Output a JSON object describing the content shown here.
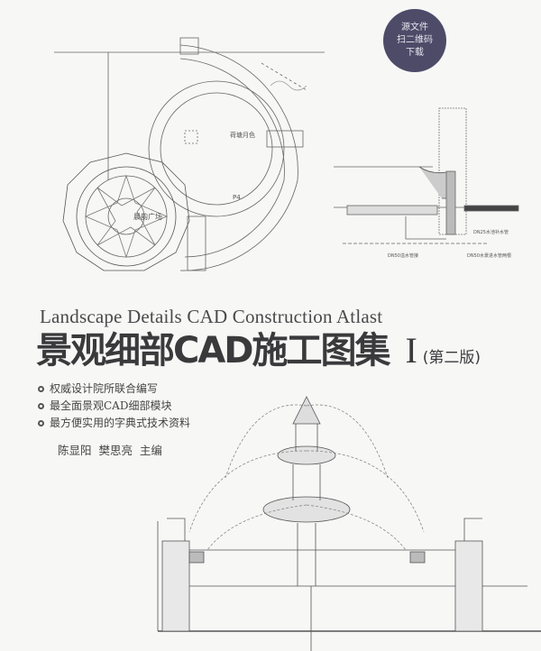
{
  "badge": {
    "lines": [
      "源文件",
      "扫二维码",
      "下载"
    ]
  },
  "plan_labels": {
    "lotus": "荷塘月色",
    "plaza": "晨韵广场",
    "zone": "P4"
  },
  "section_labels": {
    "pipe1": "DN25水池补水管",
    "pipe2": "DN50溢水管接",
    "pipe3": "DN50水景进水管两根"
  },
  "title_en": "Landscape Details CAD Construction Atlast",
  "title_cn": "景观细部CAD施工图集",
  "volume": "I",
  "edition": "(第二版)",
  "bullets": [
    "权威设计院所联合编写",
    "最全面景观CAD细部模块",
    "最方便实用的字典式技术资料"
  ],
  "authors": "陈显阳  樊思亮  主编",
  "colors": {
    "badge": "#4e4b68",
    "title": "#3a3a3c",
    "background": "#f7f7f6"
  }
}
